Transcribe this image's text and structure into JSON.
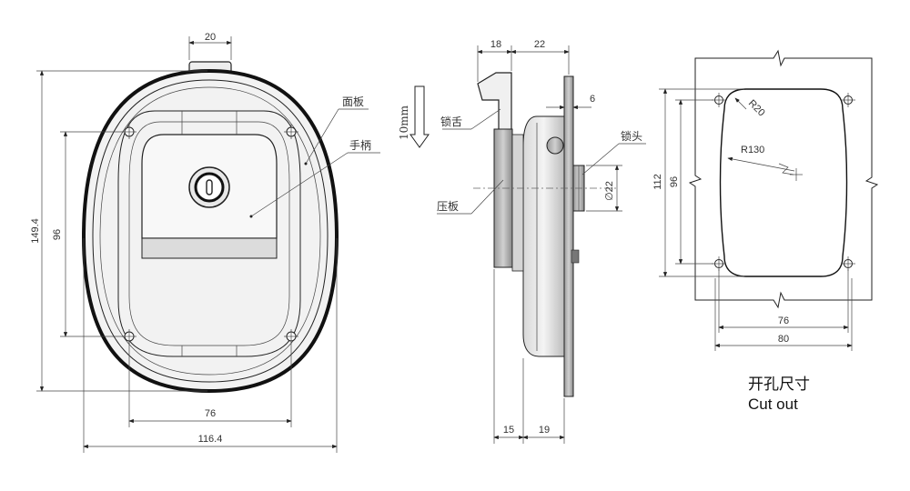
{
  "front_view": {
    "dims": {
      "top_width": "20",
      "total_height": "149.4",
      "hole_spacing_v": "96",
      "hole_spacing_h": "76",
      "total_width": "116.4"
    },
    "labels": {
      "panel": "面板",
      "handle": "手柄"
    }
  },
  "side_view": {
    "dims": {
      "top_left": "18",
      "top_right": "22",
      "thickness": "6",
      "diameter": "∅22",
      "bottom_left": "15",
      "bottom_right": "19"
    },
    "labels": {
      "latch_tongue": "锁舌",
      "pressure_plate": "压板",
      "lock_head": "锁头",
      "travel": "10mm"
    }
  },
  "cutout_view": {
    "dims": {
      "corner_radius": "R20",
      "arc_radius": "R130",
      "height_outer": "112",
      "height_holes": "96",
      "width_holes": "76",
      "width_outer": "80"
    },
    "caption_cn": "开孔尺寸",
    "caption_en": "Cut out"
  }
}
